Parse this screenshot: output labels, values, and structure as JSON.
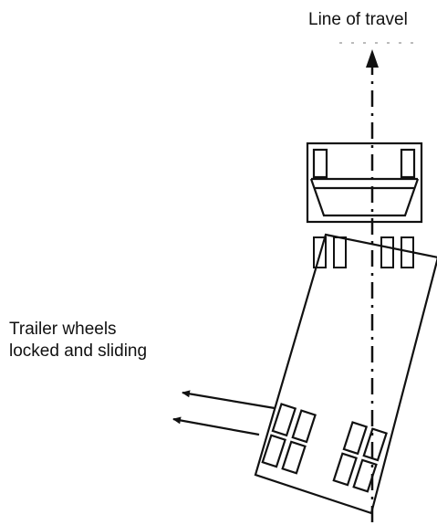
{
  "labels": {
    "line_of_travel": "Line of travel",
    "trailer_line1": "Trailer wheels",
    "trailer_line2": "locked and sliding"
  },
  "colors": {
    "ink": "#111111",
    "background": "#ffffff"
  }
}
